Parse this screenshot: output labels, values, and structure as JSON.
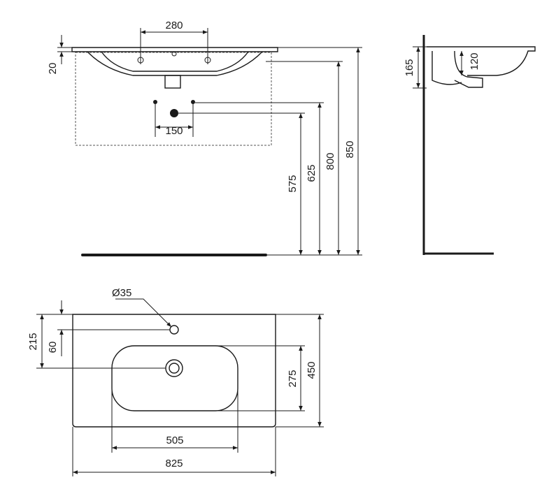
{
  "front_view": {
    "tap_spacing": "280",
    "rim_thickness": "20",
    "waste_spacing": "150",
    "height_waste": "575",
    "height_supply": "625",
    "height_bowl": "800",
    "height_rim": "850"
  },
  "side_view": {
    "basin_height": "165",
    "bowl_depth": "120"
  },
  "plan_view": {
    "tap_hole_diameter": "Ø35",
    "drain_from_back": "215",
    "tap_from_back": "60",
    "bowl_depth": "275",
    "overall_depth": "450",
    "bowl_width": "505",
    "overall_width": "825"
  }
}
